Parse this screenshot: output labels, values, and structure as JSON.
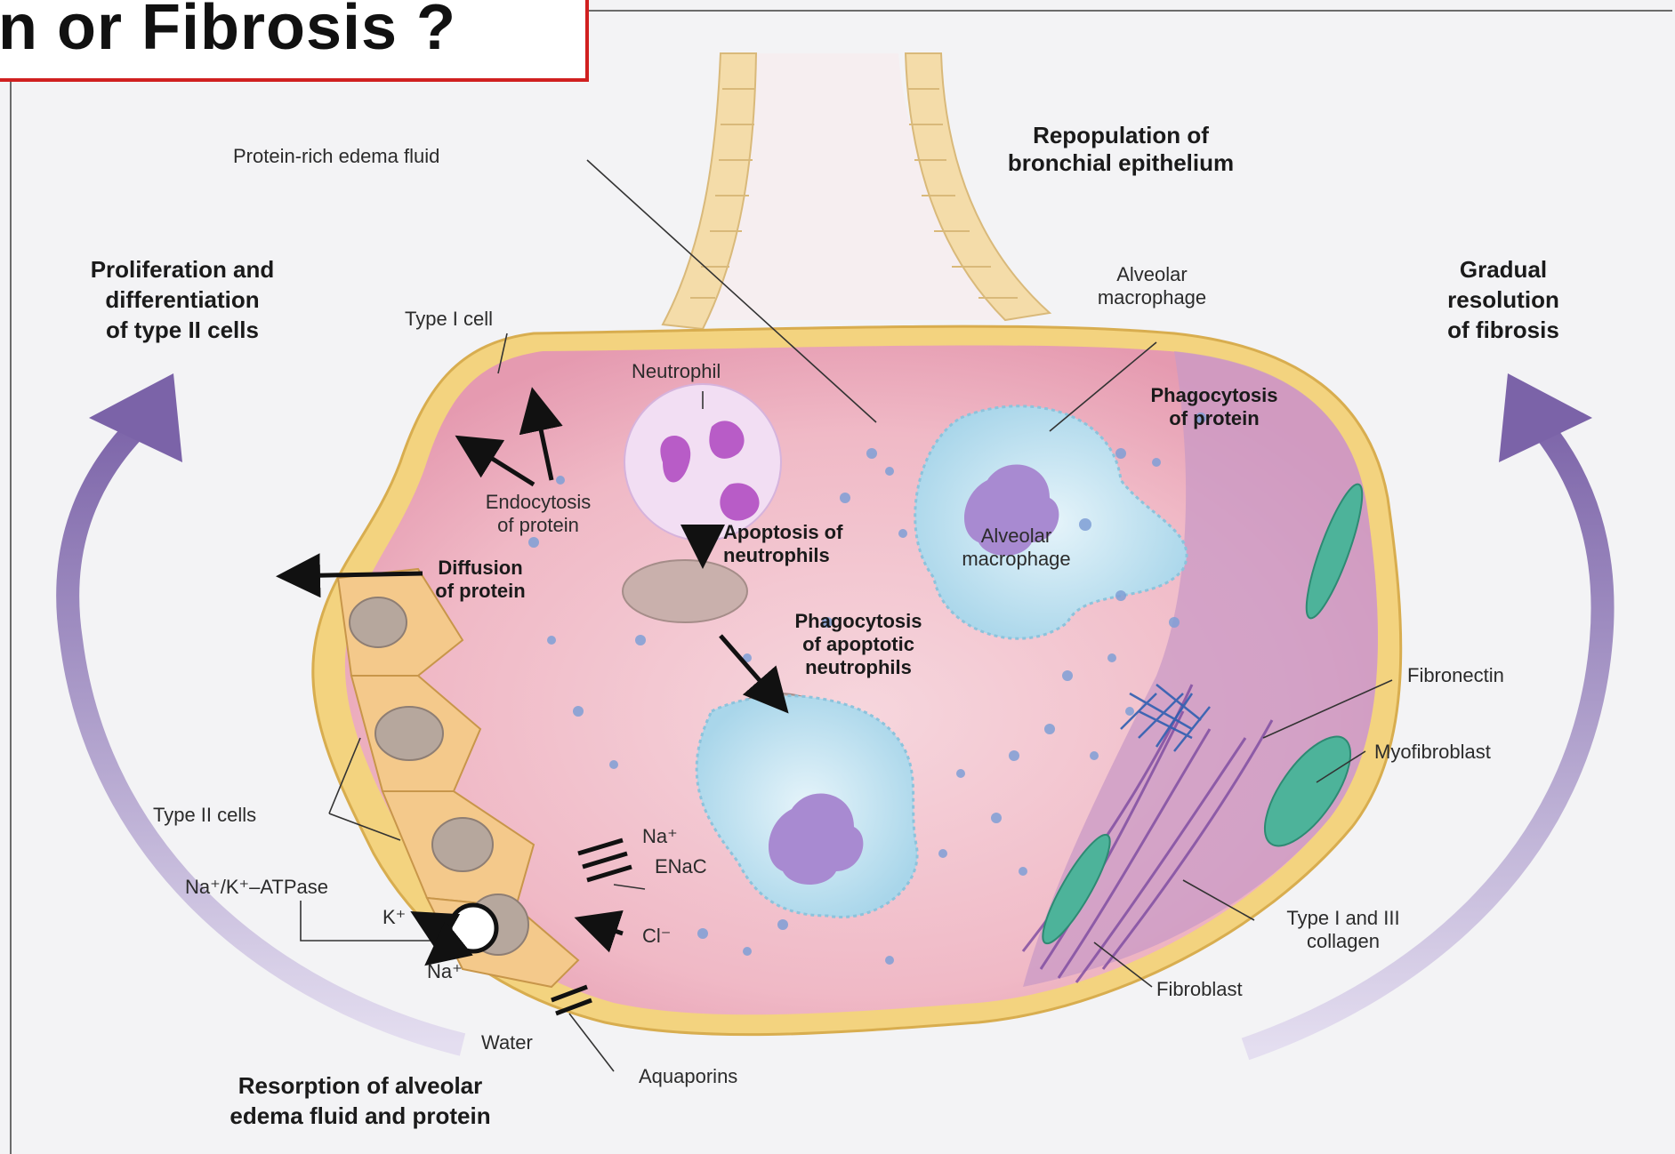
{
  "title": "n or Fibrosis ?",
  "labels": {
    "edema_fluid": "Protein-rich edema fluid",
    "repopulation": [
      "Repopulation of",
      "bronchial epithelium"
    ],
    "proliferation": [
      "Proliferation and",
      "differentiation",
      "of type II cells"
    ],
    "gradual_resolution": [
      "Gradual",
      "resolution",
      "of fibrosis"
    ],
    "type1_cell": "Type I cell",
    "neutrophil": "Neutrophil",
    "alveolar_macrophage_top": [
      "Alveolar",
      "macrophage"
    ],
    "phagocytosis_protein": [
      "Phagocytosis",
      "of protein"
    ],
    "endocytosis": [
      "Endocytosis",
      "of protein"
    ],
    "apoptosis": [
      "Apoptosis of",
      "neutrophils"
    ],
    "alveolar_macrophage_mid": [
      "Alveolar",
      "macrophage"
    ],
    "diffusion": [
      "Diffusion",
      "of protein"
    ],
    "phagocytosis_apoptotic": [
      "Phagocytosis",
      "of apoptotic",
      "neutrophils"
    ],
    "fibronectin": "Fibronectin",
    "myofibroblast": "Myofibroblast",
    "type2_cells": "Type II cells",
    "na_plus": "Na⁺",
    "enac": "ENaC",
    "atpase": "Na⁺/K⁺–ATPase",
    "k_plus": "K⁺",
    "cl_minus": "Cl⁻",
    "na_plus_2": "Na⁺",
    "collagen": [
      "Type I and III",
      "collagen"
    ],
    "fibroblast": "Fibroblast",
    "water": "Water",
    "aquaporins": "Aquaporins",
    "resorption": [
      "Resorption of alveolar",
      "edema fluid and protein"
    ]
  },
  "colors": {
    "alveolus_fill": "#f1b7c4",
    "alveolus_wall": "#f1d27a",
    "arrow_purple": "#8b73b3",
    "title_border": "#d02020",
    "macrophage": "#cfe9f3",
    "neutrophil": "#d89be0",
    "fibrosis": "#9a6fb7"
  }
}
